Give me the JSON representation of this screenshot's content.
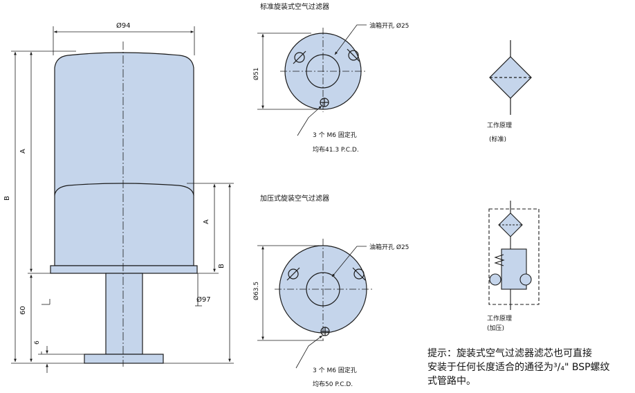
{
  "left_drawing": {
    "dia_top": "Ø94",
    "dim_A_upper": "A",
    "dim_B_outer": "B",
    "dim_A_lower": "A",
    "dim_B_lower": "B",
    "dim_60": "60",
    "dim_6": "6",
    "dia_97": "Ø97"
  },
  "standard_filter": {
    "title": "标准旋装式空气过滤器",
    "hole_label": "油箱开孔 Ø25",
    "dia": "Ø51",
    "bolt_label": "3 个 M6 固定孔",
    "pcd_label": "均布41.3 P.C.D."
  },
  "pressurized_filter": {
    "title": "加压式旋装空气过滤器",
    "hole_label": "油箱开孔 Ø25",
    "dia": "Ø63.5",
    "bolt_label": "3 个 M6 固定孔",
    "pcd_label": "均布50 P.C.D."
  },
  "symbol_standard": {
    "caption": "工作原理",
    "subcaption": "(标准)"
  },
  "symbol_pressurized": {
    "caption": "工作原理",
    "subcaption": "(加压)"
  },
  "note": {
    "line1": "提示：旋装式空气过滤器滤芯也可直接",
    "line2": "安装于任何长度适合的通径为³/₄\" BSP螺纹",
    "line3": "式管路中。"
  },
  "colors": {
    "fill": "#c5d5eb",
    "line": "#1a1a1a"
  }
}
